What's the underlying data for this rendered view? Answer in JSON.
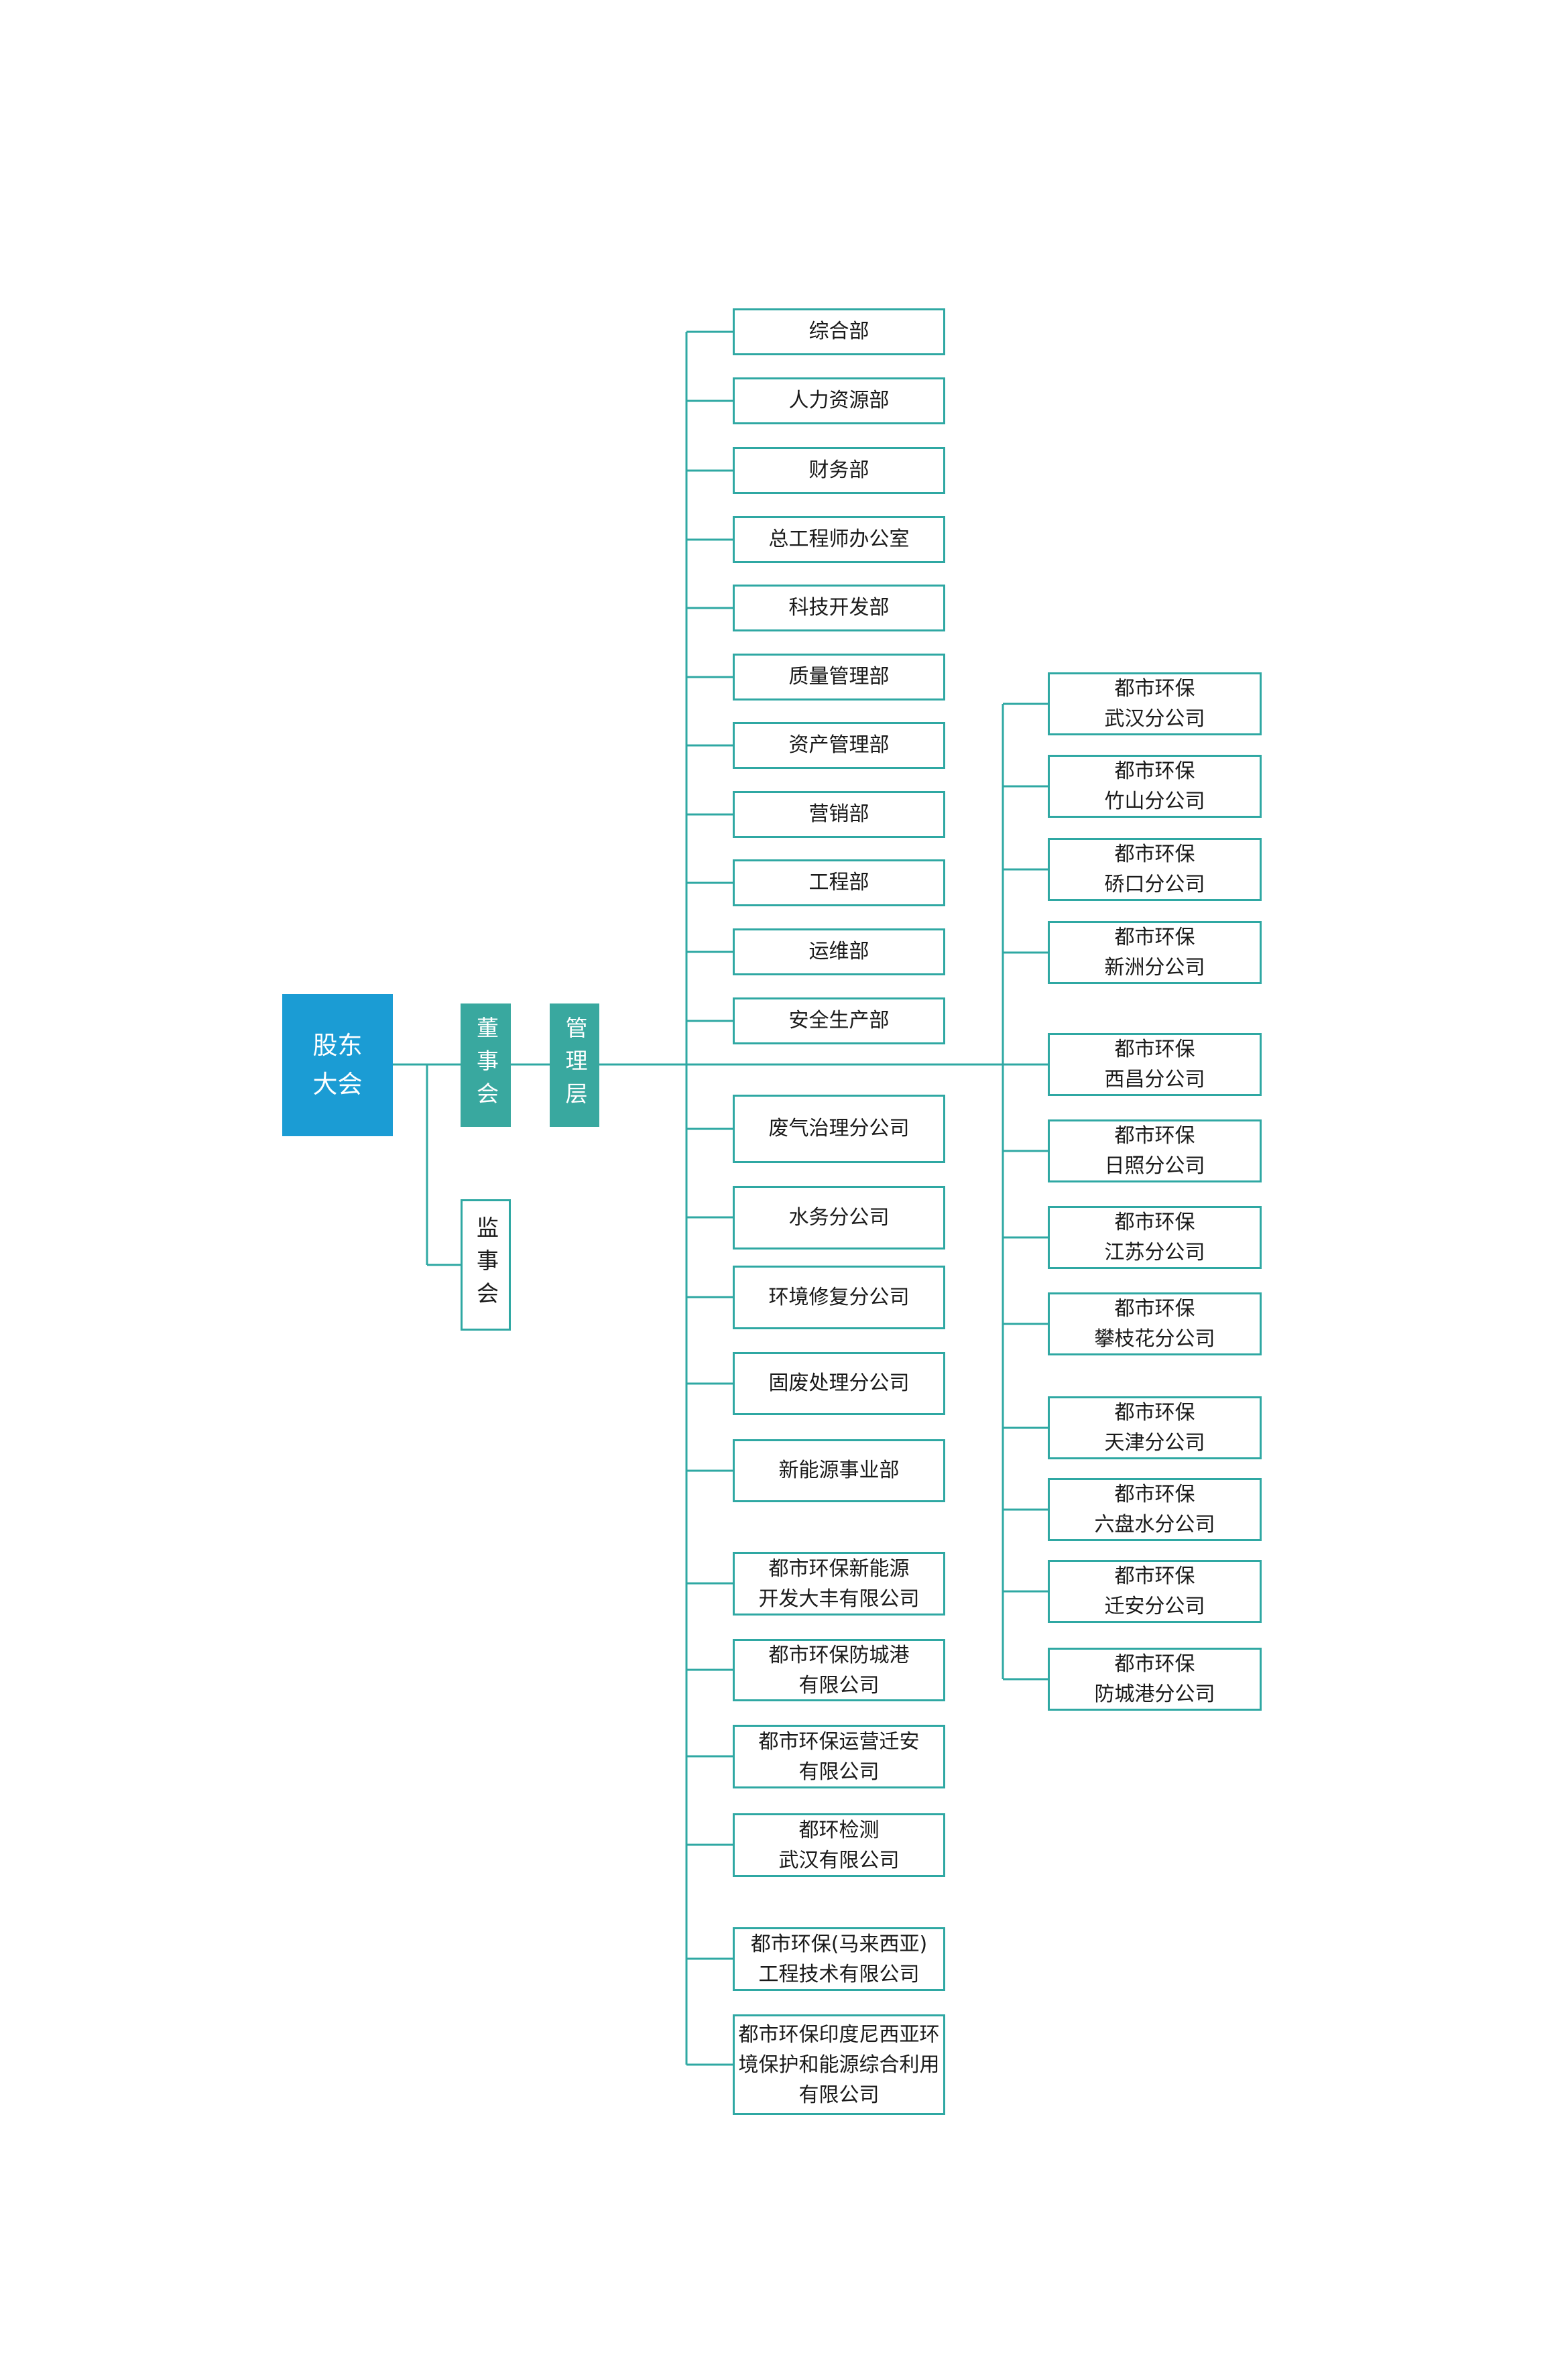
{
  "theme": {
    "blue": "#1B9CD4",
    "teal": "#39A89F",
    "line": "#2FA8A3",
    "text": "#1A1A1A"
  },
  "governance": {
    "shareholders": {
      "label": "股东\n大会"
    },
    "board": {
      "label": "董事会"
    },
    "management": {
      "label": "管理层"
    },
    "supervisory": {
      "label": "监事会"
    }
  },
  "departments": [
    {
      "label": "综合部"
    },
    {
      "label": "人力资源部"
    },
    {
      "label": "财务部"
    },
    {
      "label": "总工程师办公室"
    },
    {
      "label": "科技开发部"
    },
    {
      "label": "质量管理部"
    },
    {
      "label": "资产管理部"
    },
    {
      "label": "营销部"
    },
    {
      "label": "工程部"
    },
    {
      "label": "运维部"
    },
    {
      "label": "安全生产部"
    }
  ],
  "business_units": [
    {
      "label": "废气治理分公司"
    },
    {
      "label": "水务分公司"
    },
    {
      "label": "环境修复分公司"
    },
    {
      "label": "固废处理分公司"
    },
    {
      "label": "新能源事业部"
    },
    {
      "label": "都市环保新能源\n开发大丰有限公司"
    },
    {
      "label": "都市环保防城港\n有限公司"
    },
    {
      "label": "都市环保运营迁安\n有限公司"
    },
    {
      "label": "都环检测\n武汉有限公司"
    },
    {
      "label": "都市环保(马来西亚)\n工程技术有限公司"
    },
    {
      "label": "都市环保印度尼西亚环\n境保护和能源综合利用\n有限公司"
    }
  ],
  "branch_companies": [
    {
      "label": "都市环保\n武汉分公司"
    },
    {
      "label": "都市环保\n竹山分公司"
    },
    {
      "label": "都市环保\n硚口分公司"
    },
    {
      "label": "都市环保\n新洲分公司"
    },
    {
      "label": "都市环保\n西昌分公司"
    },
    {
      "label": "都市环保\n日照分公司"
    },
    {
      "label": "都市环保\n江苏分公司"
    },
    {
      "label": "都市环保\n攀枝花分公司"
    },
    {
      "label": "都市环保\n天津分公司"
    },
    {
      "label": "都市环保\n六盘水分公司"
    },
    {
      "label": "都市环保\n迁安分公司"
    },
    {
      "label": "都市环保\n防城港分公司"
    }
  ]
}
